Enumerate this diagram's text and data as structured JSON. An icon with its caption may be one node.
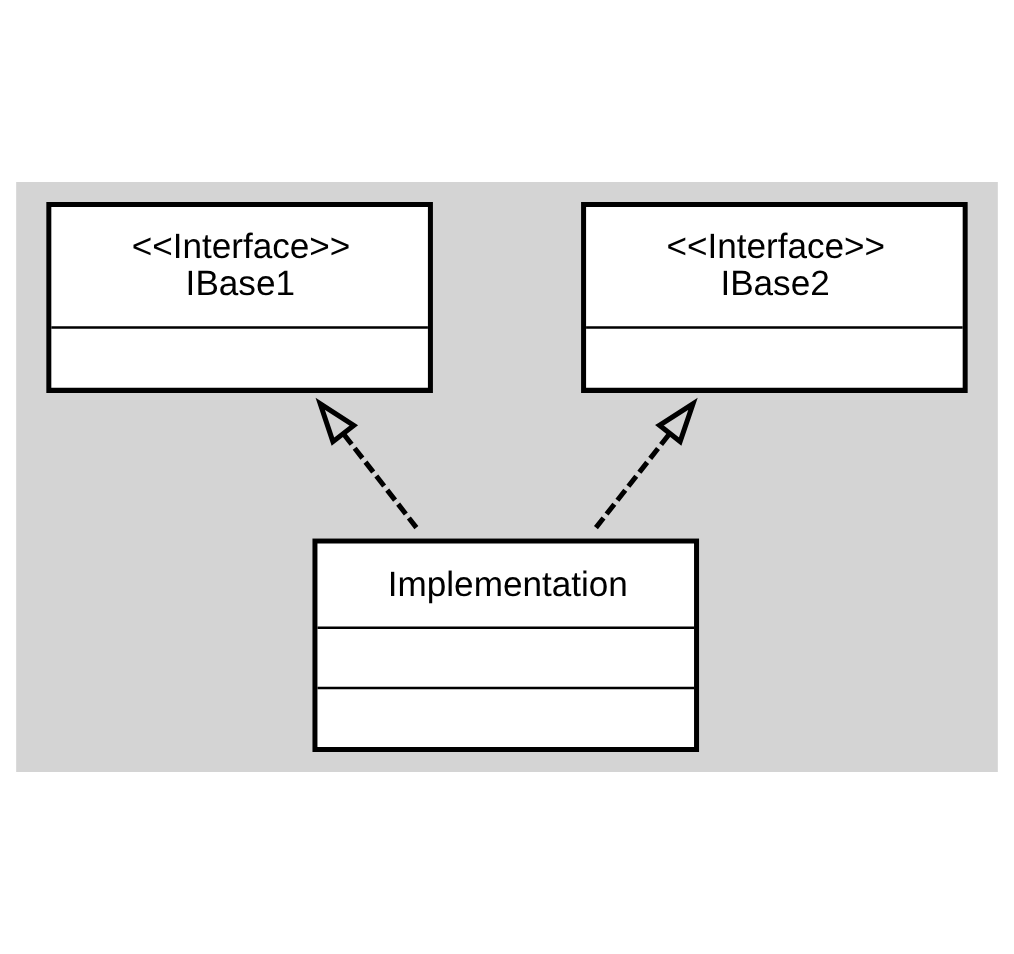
{
  "diagram": {
    "nodes": [
      {
        "text": [
          "<<Interface>>",
          "IBase1"
        ]
      },
      {
        "text": [
          "<<Interface>>",
          "IBase2"
        ]
      },
      {
        "text": [
          "Implementation"
        ]
      }
    ],
    "edges": [
      {
        "from": 2,
        "to": 0,
        "arrow": "to",
        "style": "dashed"
      },
      {
        "from": 2,
        "to": 1,
        "arrow": "to",
        "style": "dashed"
      }
    ]
  }
}
